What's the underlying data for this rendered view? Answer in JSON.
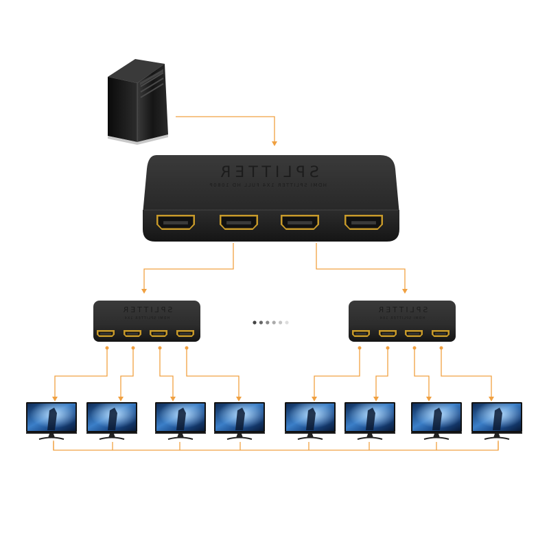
{
  "colors": {
    "connector": "#f0a040",
    "device_body": "#2a2a2a",
    "device_edge": "#1a1a1a",
    "port_gold": "#c89a2a",
    "screen_blue": "#2a64a8",
    "background": "#ffffff"
  },
  "main_splitter": {
    "embossed_label": "SPLITTER",
    "embossed_caption": "HDMI SPLITTER 1X4 FULL HD 1080P",
    "port_count": 4
  },
  "sub_splitters": [
    {
      "label": "SPLITTER",
      "caption": "HDMI SPLITTER 1X4",
      "port_count": 4
    },
    {
      "label": "SPLITTER",
      "caption": "HDMI SPLITTER 1X4",
      "port_count": 4
    }
  ],
  "ellipsis_dots": [
    "#444444",
    "#666666",
    "#888888",
    "#aaaaaa",
    "#c4c4c4",
    "#dddddd"
  ],
  "monitor_count": 8,
  "icons": {
    "source": "pc-tower-icon",
    "display": "monitor-icon"
  }
}
